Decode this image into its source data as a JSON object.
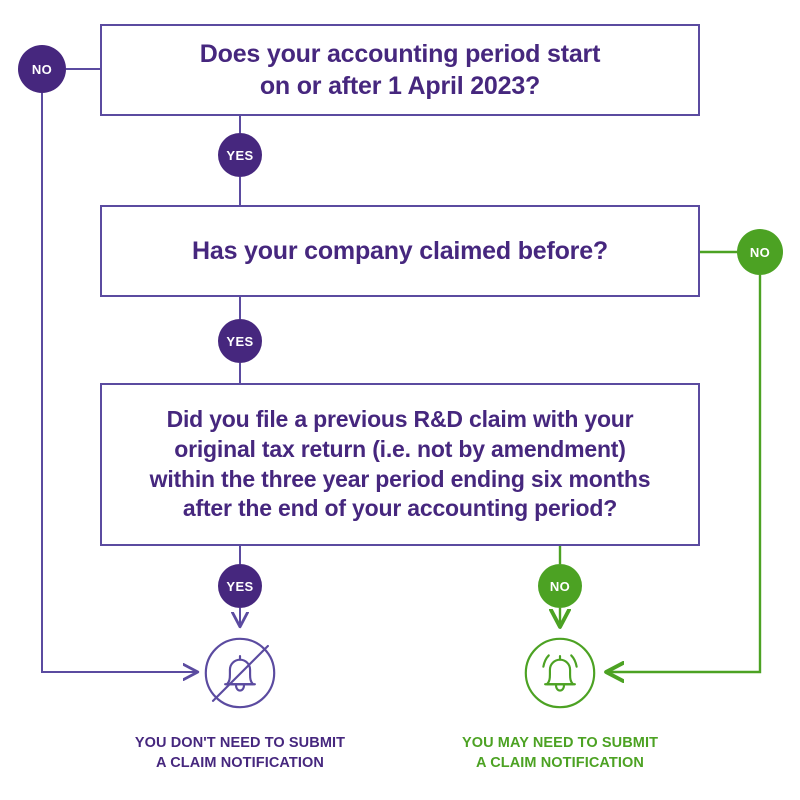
{
  "title": "R&D Claim Notification Decision Flowchart",
  "colors": {
    "purple": "#46277E",
    "purple_border": "#5B4BA0",
    "green": "#4CA223",
    "background": "#FFFFFF"
  },
  "questions": [
    {
      "id": "accounting-period",
      "text": "Does your accounting period start\non or after 1 April 2023?"
    },
    {
      "id": "claimed-before",
      "text": "Has your company claimed before?"
    },
    {
      "id": "previous-claim-filing",
      "text": "Did you file a previous R&D claim with your\noriginal tax return (i.e. not by amendment)\nwithin the three year period ending six months\nafter the end of your accounting period?"
    }
  ],
  "connectors": {
    "yes_label": "YES",
    "no_label": "NO"
  },
  "branches": [
    {
      "id": "q1-no",
      "label": "NO",
      "color": "#46277E",
      "from": "accounting-period",
      "to": "no-notification"
    },
    {
      "id": "q1-yes",
      "label": "YES",
      "color": "#46277E",
      "from": "accounting-period",
      "to": "claimed-before"
    },
    {
      "id": "q2-no",
      "label": "NO",
      "color": "#4CA223",
      "from": "claimed-before",
      "to": "may-need-notification"
    },
    {
      "id": "q2-yes",
      "label": "YES",
      "color": "#46277E",
      "from": "claimed-before",
      "to": "previous-claim-filing"
    },
    {
      "id": "q3-yes",
      "label": "YES",
      "color": "#46277E",
      "from": "previous-claim-filing",
      "to": "no-notification"
    },
    {
      "id": "q3-no",
      "label": "NO",
      "color": "#4CA223",
      "from": "previous-claim-filing",
      "to": "may-need-notification"
    }
  ],
  "outcomes": [
    {
      "id": "no-notification",
      "icon": "bell-slash-icon",
      "color": "#46277E",
      "label": "YOU DON'T NEED TO SUBMIT\nA CLAIM NOTIFICATION"
    },
    {
      "id": "may-need-notification",
      "icon": "bell-ringing-icon",
      "color": "#4CA223",
      "label": "YOU MAY NEED TO SUBMIT\nA CLAIM NOTIFICATION"
    }
  ]
}
